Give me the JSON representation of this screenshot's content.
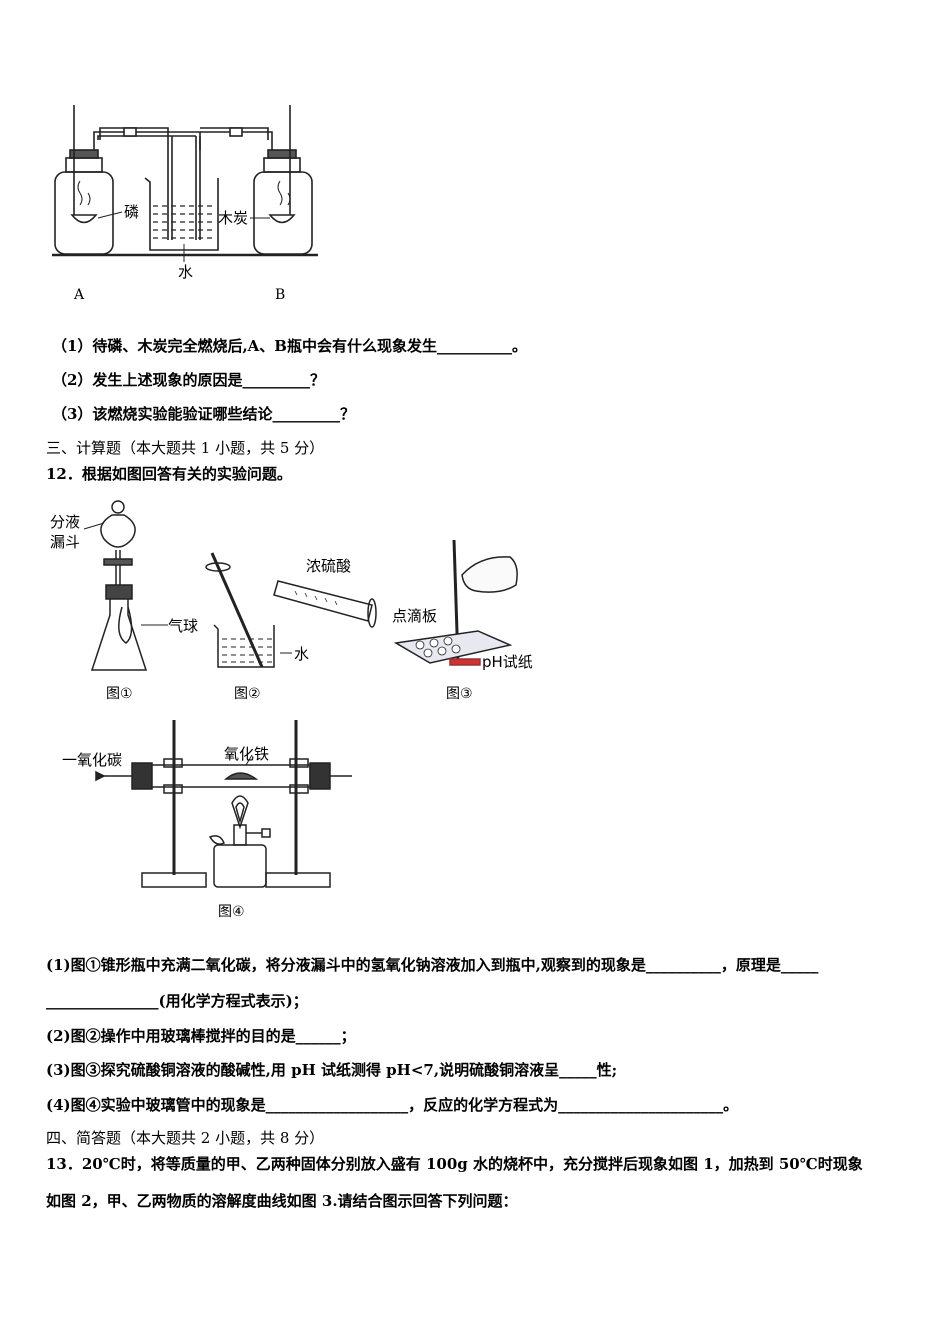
{
  "fig1": {
    "label_phosphorus": "磷",
    "label_charcoal": "木炭",
    "label_water": "水",
    "label_a": "A",
    "label_b": "B"
  },
  "q11": {
    "q1": "（1）待磷、木炭完全燃烧后,A、B瓶中会有什么现象发生__________。",
    "q2": "（2）发生上述现象的原因是_________？",
    "q3": "（3）该燃烧实验能验证哪些结论_________？"
  },
  "section3": {
    "title": "三、计算题（本大题共 1 小题，共 5 分）",
    "q12": "12．根据如图回答有关的实验问题。"
  },
  "fig2": {
    "funnel_label_line1": "分液",
    "funnel_label_line2": "漏斗",
    "balloon": "气球",
    "caption1": "图①",
    "acid": "浓硫酸",
    "water": "水",
    "caption2": "图②",
    "spot_plate": "点滴板",
    "ph_paper": "pH试纸",
    "caption3": "图③",
    "co": "一氧化碳",
    "fe2o3": "氧化铁",
    "caption4": "图④"
  },
  "q12_parts": {
    "p1a": "(1)图①锥形瓶中充满二氧化碳，将分液漏斗中的氢氧化钠溶液加入到瓶中,观察到的现象是__________，原理是_____",
    "p1b": "_______________(用化学方程式表示)；",
    "p2": "(2)图②操作中用玻璃棒搅拌的目的是______；",
    "p3": "(3)图③探究硫酸铜溶液的酸碱性,用 pH 试纸测得 pH<7,说明硫酸铜溶液呈_____性;",
    "p4": "(4)图④实验中玻璃管中的现象是___________________，反应的化学方程式为______________________。"
  },
  "section4": {
    "title": "四、简答题（本大题共 2 小题，共 8 分）",
    "q13a": "13．20℃时，将等质量的甲、乙两种固体分别放入盛有 100g 水的烧杯中，充分搅拌后现象如图 1，加热到 50℃时现象",
    "q13b": "如图 2，甲、乙两物质的溶解度曲线如图 3.请结合图示回答下列问题："
  }
}
